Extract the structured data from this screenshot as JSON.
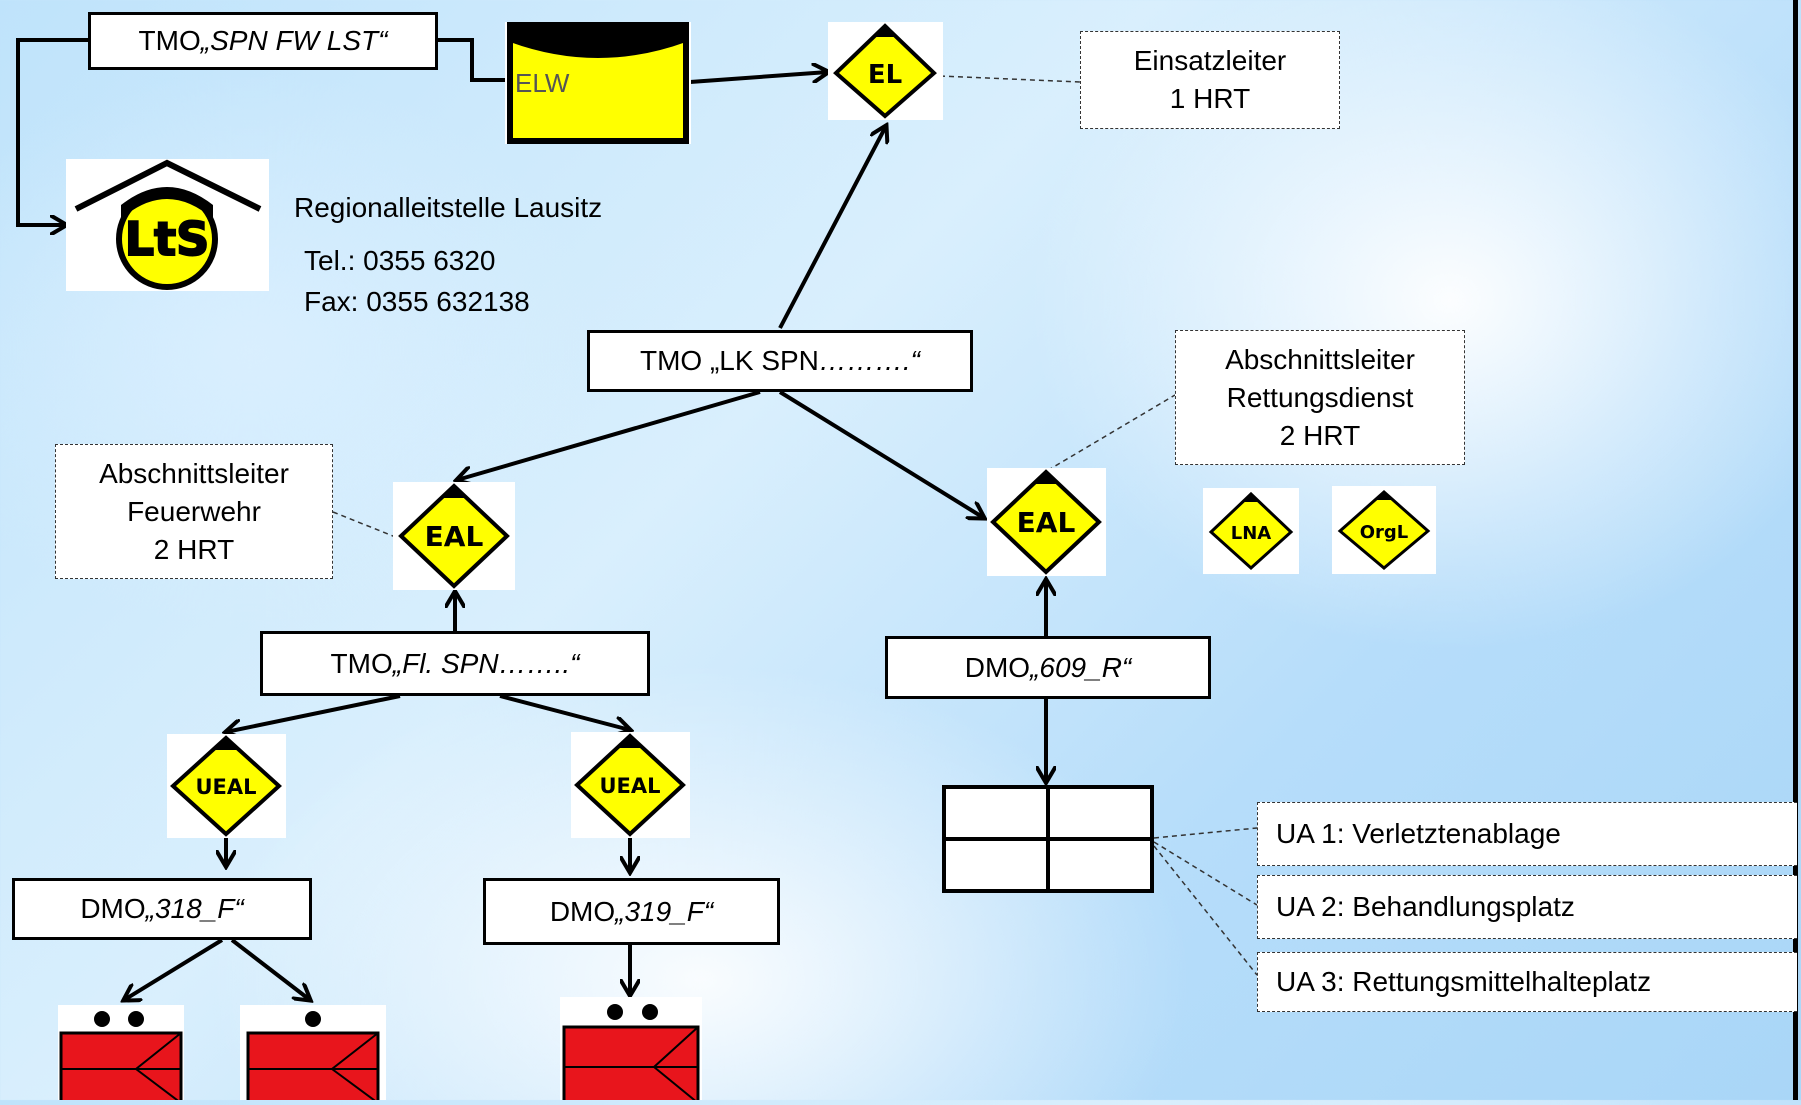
{
  "boxes": {
    "tmo_fw_lst": {
      "prefix": "TMO ",
      "name": "„SPN FW LST“"
    },
    "tmo_lk_spn": {
      "prefix": "TMO „LK SPN ",
      "name": "……….“"
    },
    "tmo_fl_spn": {
      "prefix": "TMO ",
      "name": "„Fl. SPN……..“"
    },
    "dmo_609": {
      "prefix": "DMO ",
      "name": "„609_R“"
    },
    "dmo_318": {
      "prefix": "DMO ",
      "name": "„318_F“"
    },
    "dmo_319": {
      "prefix": "DMO ",
      "name": "„319_F“"
    }
  },
  "notes": {
    "einsatzleiter": [
      "Einsatzleiter",
      "1 HRT"
    ],
    "al_rd": [
      "Abschnittsleiter",
      "Rettungsdienst",
      "2 HRT"
    ],
    "al_fw": [
      "Abschnittsleiter",
      "Feuerwehr",
      "2 HRT"
    ]
  },
  "leitstelle": {
    "name": "Regionalleitstelle Lausitz",
    "tel": "Tel.: 0355 6320",
    "fax": "Fax: 0355 632138",
    "logo": "LtS"
  },
  "symbols": {
    "elw": "ELW",
    "el": "EL",
    "eal": "EAL",
    "lna": "LNA",
    "orgl": "OrgL",
    "ueal": "UEAL"
  },
  "ua": [
    "UA 1: Verletztenablage",
    "UA 2: Behandlungsplatz",
    "UA 3: Rettungsmittelhalteplatz"
  ],
  "colors": {
    "sign_yellow": "#ffff00",
    "unit_red": "#e8151c",
    "line": "#000000"
  }
}
